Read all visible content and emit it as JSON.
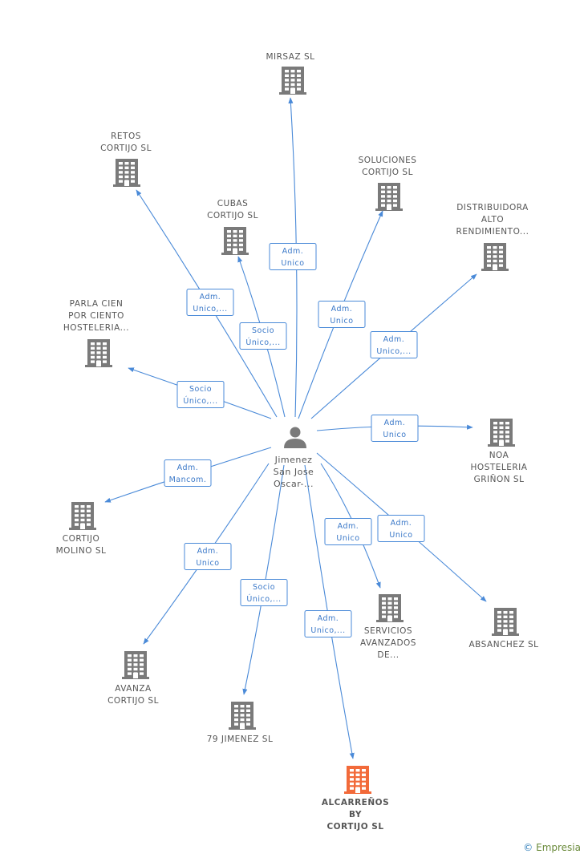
{
  "colors": {
    "edge": "#4a8ad8",
    "building": "#7a7a7a",
    "highlight": "#f26a3a",
    "person": "#7a7a7a"
  },
  "center": {
    "label": [
      "Jimenez",
      "San Jose",
      "Oscar-..."
    ]
  },
  "nodes": [
    {
      "id": "mirsaz",
      "label": [
        "MIRSAZ SL"
      ],
      "highlight": false
    },
    {
      "id": "retos",
      "label": [
        "RETOS",
        "CORTIJO  SL"
      ],
      "highlight": false
    },
    {
      "id": "soluciones",
      "label": [
        "SOLUCIONES",
        "CORTIJO  SL"
      ],
      "highlight": false
    },
    {
      "id": "cubas",
      "label": [
        "CUBAS",
        "CORTIJO  SL"
      ],
      "highlight": false
    },
    {
      "id": "distribuidora",
      "label": [
        "DISTRIBUIDORA",
        "ALTO",
        "RENDIMIENTO..."
      ],
      "highlight": false
    },
    {
      "id": "parla",
      "label": [
        "PARLA CIEN",
        "POR CIENTO",
        "HOSTELERIA..."
      ],
      "highlight": false
    },
    {
      "id": "noa",
      "label": [
        "NOA",
        "HOSTELERIA",
        "GRIÑON SL"
      ],
      "highlight": false
    },
    {
      "id": "molino",
      "label": [
        "CORTIJO",
        "MOLINO SL"
      ],
      "highlight": false
    },
    {
      "id": "servicios",
      "label": [
        "SERVICIOS",
        "AVANZADOS",
        "DE..."
      ],
      "highlight": false
    },
    {
      "id": "absanchez",
      "label": [
        "ABSANCHEZ SL"
      ],
      "highlight": false
    },
    {
      "id": "avanza",
      "label": [
        "AVANZA",
        "CORTIJO  SL"
      ],
      "highlight": false
    },
    {
      "id": "jimenez79",
      "label": [
        "79 JIMENEZ  SL"
      ],
      "highlight": false
    },
    {
      "id": "alcarrenos",
      "label": [
        "ALCARREÑOS",
        "BY",
        "CORTIJO  SL"
      ],
      "highlight": true
    }
  ],
  "edges": [
    {
      "to": "mirsaz",
      "label": [
        "Adm.",
        "Unico"
      ]
    },
    {
      "to": "retos",
      "label": [
        "Adm.",
        "Unico,..."
      ]
    },
    {
      "to": "cubas",
      "label": [
        "Socio",
        "Único,..."
      ]
    },
    {
      "to": "soluciones",
      "label": [
        "Adm.",
        "Unico"
      ]
    },
    {
      "to": "distribuidora",
      "label": [
        "Adm.",
        "Unico,..."
      ]
    },
    {
      "to": "parla",
      "label": [
        "Socio",
        "Único,..."
      ]
    },
    {
      "to": "noa",
      "label": [
        "Adm.",
        "Unico"
      ]
    },
    {
      "to": "molino",
      "label": [
        "Adm.",
        "Mancom."
      ]
    },
    {
      "to": "servicios",
      "label": [
        "Adm.",
        "Unico"
      ]
    },
    {
      "to": "absanchez",
      "label": [
        "Adm.",
        "Unico"
      ]
    },
    {
      "to": "avanza",
      "label": [
        "Adm.",
        "Unico"
      ]
    },
    {
      "to": "jimenez79",
      "label": [
        "Socio",
        "Único,..."
      ]
    },
    {
      "to": "alcarrenos",
      "label": [
        "Adm.",
        "Unico,..."
      ]
    }
  ],
  "brand": {
    "copyright": "©",
    "name": "Empresia"
  }
}
